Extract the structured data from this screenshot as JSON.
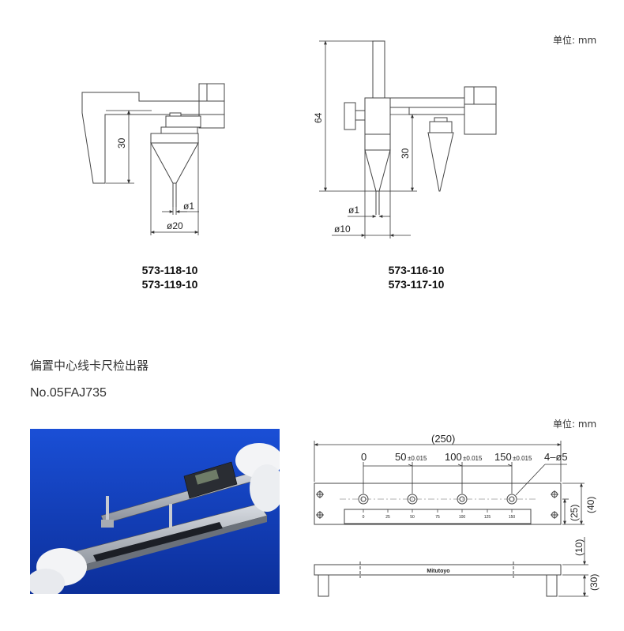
{
  "top_unit": "单位: mm",
  "bottom_unit": "单位: mm",
  "left_drawing": {
    "models": [
      "573-118-10",
      "573-119-10"
    ],
    "dim_height": "30",
    "dim_tip": "ø1",
    "dim_base": "ø20"
  },
  "right_drawing": {
    "models": [
      "573-116-10",
      "573-117-10"
    ],
    "dim_total": "64",
    "dim_height": "30",
    "dim_tip": "ø1",
    "dim_base": "ø10"
  },
  "product": {
    "title": "偏置中心线卡尺检出器",
    "part_number": "No.05FAJ735"
  },
  "plate_drawing": {
    "length": "(250)",
    "positions": [
      {
        "label": "0",
        "tol": ""
      },
      {
        "label": "50",
        "tol": "±0.015"
      },
      {
        "label": "100",
        "tol": "±0.015"
      },
      {
        "label": "150",
        "tol": "±0.015"
      }
    ],
    "holes": "4–ø5",
    "scale_ticks": [
      "0",
      "25",
      "50",
      "75",
      "100",
      "125",
      "150"
    ],
    "dim_25": "(25)",
    "dim_40": "(40)",
    "dim_10": "(10)",
    "dim_30": "(30)",
    "brand": "Mitutoyo"
  }
}
